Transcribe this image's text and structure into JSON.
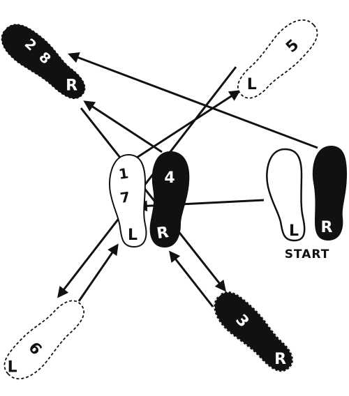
{
  "colors": {
    "ink": "#111111",
    "paper": "#ffffff"
  },
  "start_label": "START",
  "footprints": [
    {
      "id": "start-left",
      "step": "",
      "foot": "L",
      "style": "outline-solid"
    },
    {
      "id": "start-right",
      "step": "",
      "foot": "R",
      "style": "filled"
    },
    {
      "id": "step-1-7",
      "step": "1",
      "step_alt": "7",
      "foot": "L",
      "style": "outline-solid"
    },
    {
      "id": "step-4",
      "step": "4",
      "foot": "R",
      "style": "filled"
    },
    {
      "id": "step-2-8",
      "step": "2",
      "step_alt": "8",
      "foot": "R",
      "style": "filled"
    },
    {
      "id": "step-5",
      "step": "5",
      "foot": "L",
      "style": "outline-dashed"
    },
    {
      "id": "step-6",
      "step": "6",
      "foot": "L",
      "style": "outline-dashed"
    },
    {
      "id": "step-3",
      "step": "3",
      "foot": "R",
      "style": "filled-dashed"
    }
  ]
}
